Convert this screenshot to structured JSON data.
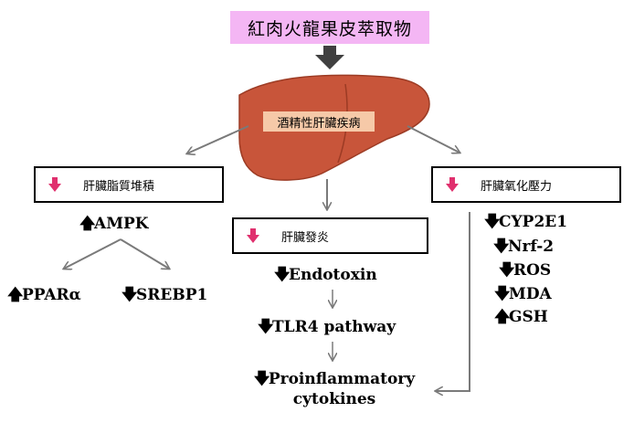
{
  "title": "紅肉火龍果皮萃取物",
  "organ_label": "酒精性肝臟疾病",
  "colors": {
    "title_bg": "#f4b6f4",
    "liver": "#c8553a",
    "liver_label_bg": "#f6c9a8",
    "down_marker": "#e0306e",
    "arrow_gray": "#7a7a7a",
    "big_arrow": "#404040"
  },
  "branches": {
    "left": {
      "box_label": "肝臟脂質堆積",
      "marker_icon": "pink-down-arrow-icon",
      "ampk": {
        "direction": "up",
        "label": "AMPK"
      },
      "children": [
        {
          "direction": "up",
          "label": "PPARα"
        },
        {
          "direction": "down",
          "label": "SREBP1"
        }
      ]
    },
    "middle": {
      "box_label": "肝臟發炎",
      "marker_icon": "pink-down-arrow-icon",
      "chain": [
        {
          "direction": "down",
          "label": "Endotoxin"
        },
        {
          "direction": "down",
          "label": "TLR4 pathway"
        },
        {
          "direction": "down",
          "label": "Proinflammatory",
          "label_line2": "cytokines"
        }
      ]
    },
    "right": {
      "box_label": "肝臟氧化壓力",
      "marker_icon": "pink-down-arrow-icon",
      "markers": [
        {
          "direction": "down",
          "label": "CYP2E1"
        },
        {
          "direction": "down",
          "label": "Nrf-2"
        },
        {
          "direction": "down",
          "label": "ROS"
        },
        {
          "direction": "down",
          "label": "MDA"
        },
        {
          "direction": "up",
          "label": "GSH"
        }
      ]
    }
  }
}
